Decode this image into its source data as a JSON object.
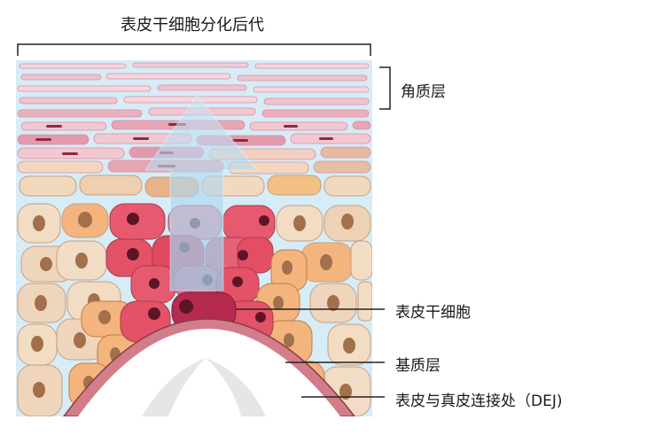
{
  "diagram": {
    "title": "表皮干细胞分化后代",
    "labels": {
      "stratum_corneum": "角质层",
      "epidermal_stem_cell": "表皮干细胞",
      "basal_layer": "基质层",
      "dej": "表皮与真皮连接处（DEJ)"
    }
  },
  "colors": {
    "background_fluid": "#d6ecf7",
    "corneum_cell": "#f0c6cf",
    "corneum_alt": "#e7a9b6",
    "keratinocyte": "#f0d9bf",
    "keratinocyte_orange": "#f3b27a",
    "basal_red": "#e0596e",
    "stem_cell": "#b62a4f",
    "nucleus": "#7a1f33",
    "dermis_band": "#d27e8a",
    "arrow": "#a9d3ee"
  }
}
